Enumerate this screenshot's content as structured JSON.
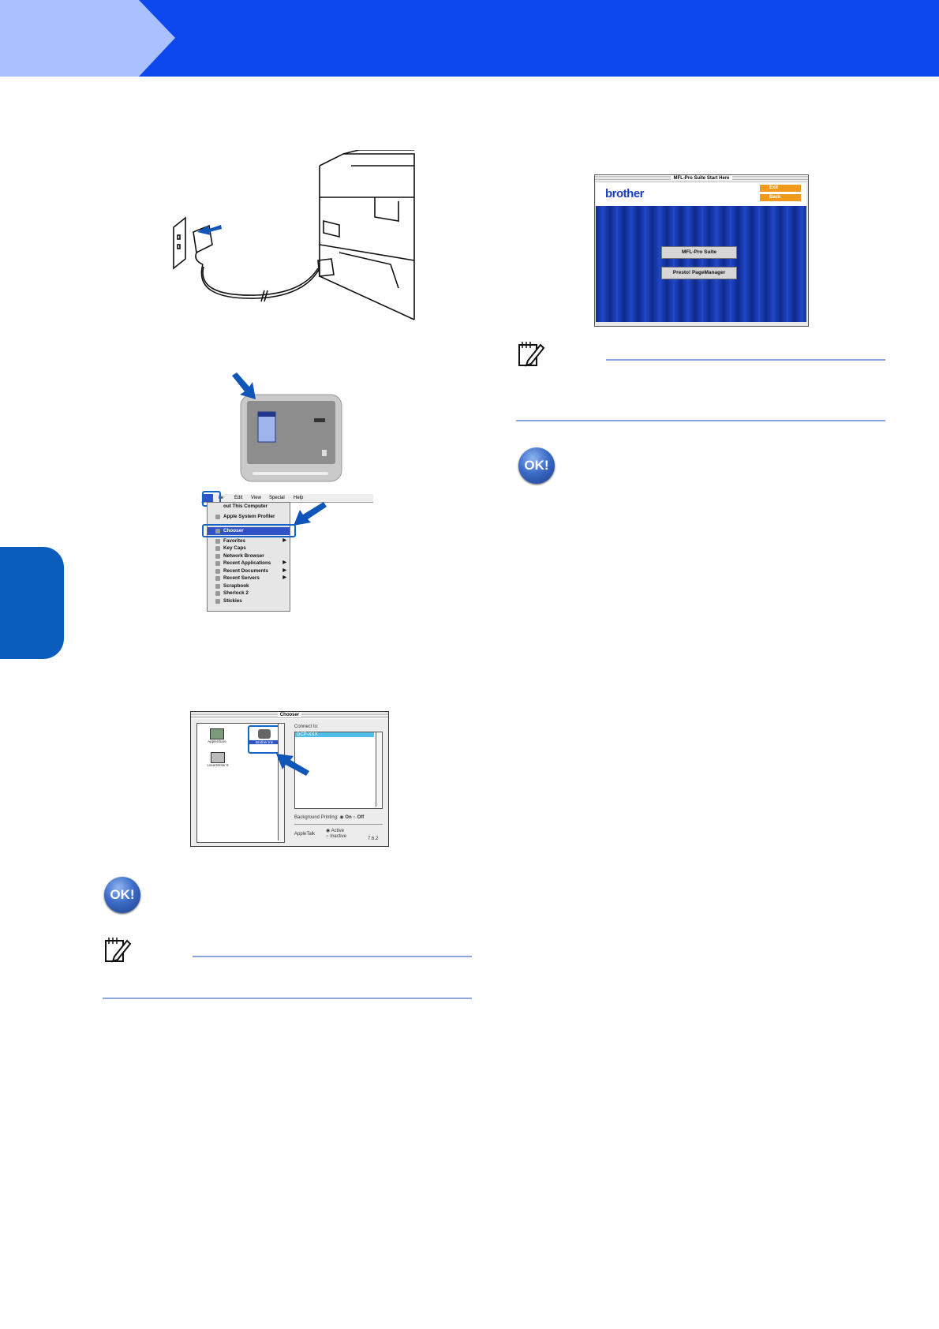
{
  "header": {
    "color": "#0d47ee",
    "step_color": "#a9c1ff"
  },
  "brother_window": {
    "title": "MFL-Pro Suite Start Here",
    "logo": "brother",
    "exit_label": "Exit",
    "back_label": "Back",
    "buttons": [
      "MFL-Pro Suite",
      "Presto! PageManager"
    ]
  },
  "apple_menu": {
    "menubar": [
      "ile",
      "Edit",
      "View",
      "Special",
      "Help"
    ],
    "items": [
      {
        "label": "out This Computer",
        "submenu": false
      },
      {
        "label": "Apple System Profiler",
        "submenu": false
      },
      {
        "label": "Chooser",
        "submenu": false,
        "selected": true
      },
      {
        "label": "Favorites",
        "submenu": true
      },
      {
        "label": "Key Caps",
        "submenu": false
      },
      {
        "label": "Network Browser",
        "submenu": false
      },
      {
        "label": "Recent Applications",
        "submenu": true
      },
      {
        "label": "Recent Documents",
        "submenu": true
      },
      {
        "label": "Recent Servers",
        "submenu": true
      },
      {
        "label": "Scrapbook",
        "submenu": false
      },
      {
        "label": "Sherlock 2",
        "submenu": false
      },
      {
        "label": "Stickies",
        "submenu": false
      }
    ]
  },
  "chooser": {
    "title": "Chooser",
    "icons": [
      "AppleShare",
      "Brother Ink",
      "LaserWriter 8"
    ],
    "connect_to": "Connect to:",
    "selected_device": "DCP-XXX",
    "background_printing": "Background Printing:",
    "on": "On",
    "off": "Off",
    "appletalk": "AppleTalk",
    "active": "Active",
    "inactive": "Inactive",
    "version": "7.6.2"
  },
  "ok_badges": [
    "OK!",
    "OK!"
  ]
}
